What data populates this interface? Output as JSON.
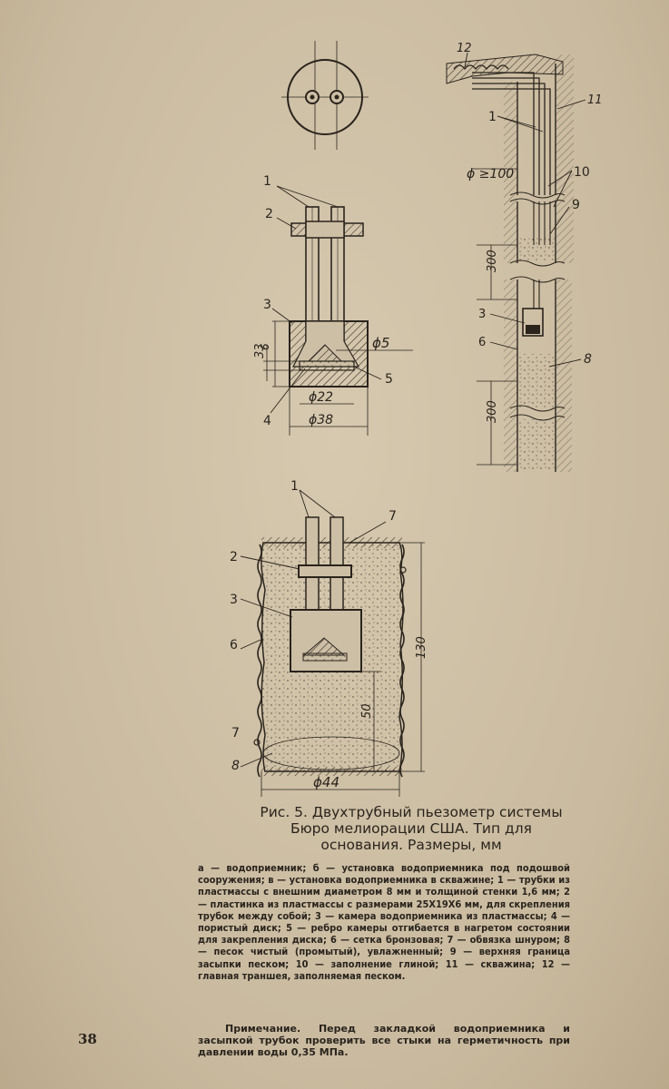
{
  "figure": {
    "top_view": {},
    "part_a": {
      "labels": {
        "l1": "1",
        "l2": "2",
        "l3": "3",
        "l4": "4",
        "l5": "5"
      },
      "dims": {
        "height": "33",
        "disk": "6",
        "hole": "ϕ5",
        "disk_diameter": "ϕ22",
        "outer_diameter": "ϕ38"
      }
    },
    "part_b": {
      "labels": {
        "l1": "1",
        "l2": "2",
        "l3": "3",
        "l6": "6",
        "l7": "7",
        "l8": "8"
      },
      "dims": {
        "height": "130",
        "sand": "50",
        "diameter": "ϕ44"
      }
    },
    "part_c": {
      "labels": {
        "l1": "1",
        "l3": "3",
        "l6": "6",
        "l8": "8",
        "l9": "9",
        "l10": "10",
        "l11": "11",
        "l12": "12"
      },
      "dims": {
        "bore": "ϕ ≥100",
        "gap1": "300",
        "gap2": "300"
      }
    }
  },
  "caption": "Рис. 5. Двухтрубный пьезометр системы Бюро мелиорации США. Тип для основания. Размеры, мм",
  "legend": "а — водоприемник; б — установка водоприемника под подошвой сооружения; в — установка водоприемника в скважине; 1 — трубки из пластмассы с внешним диаметром 8 мм и толщиной стенки 1,6 мм; 2 — пластинка из пластмассы с размерами 25Х19Х6 мм, для скрепления трубок между собой; 3 — камера водоприемника из пластмассы; 4 — пористый диск; 5 — ребро камеры отгибается в нагретом состоянии для закрепления диска; 6 — сетка бронзовая; 7 — обвязка шнуром; 8 — песок чистый (промытый), увлажненный; 9 — верхняя граница засыпки песком; 10 — заполнение глиной; 11 — скважина; 12 — главная траншея, заполняемая песком.",
  "note": {
    "label": "Примечание.",
    "text": " Перед закладкой водоприемника и засыпкой трубок проверить все стыки на герметичность при давлении воды 0,35 МПа."
  },
  "page_number": "38"
}
